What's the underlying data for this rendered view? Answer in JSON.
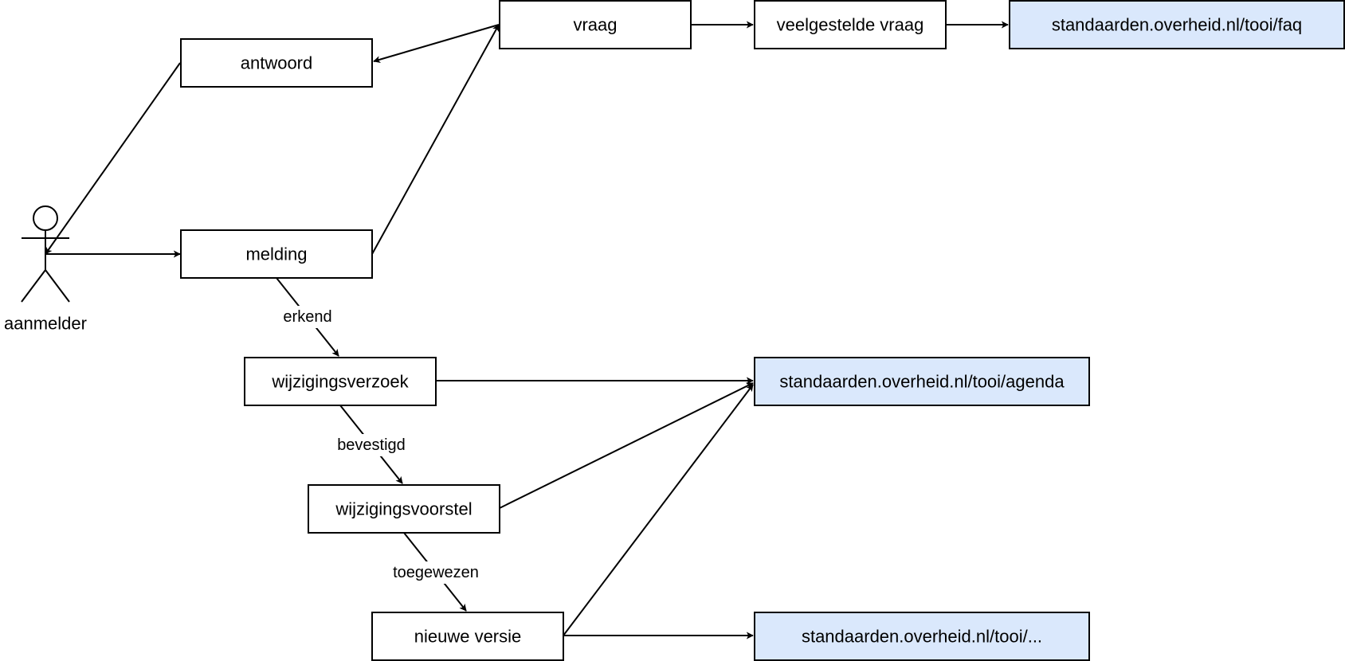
{
  "colors": {
    "box_fill": "#ffffff",
    "link_fill": "#dae8fc",
    "link_stroke": "#6c8ebf",
    "line": "#000000"
  },
  "actor": {
    "label": "aanmelder"
  },
  "nodes": {
    "antwoord": "antwoord",
    "melding": "melding",
    "vraag": "vraag",
    "veelgestelde_vraag": "veelgestelde vraag",
    "faq_link": "standaarden.overheid.nl/tooi/faq",
    "wijzigingsverzoek": "wijzigingsverzoek",
    "agenda_link": "standaarden.overheid.nl/tooi/agenda",
    "wijzigingsvoorstel": "wijzigingsvoorstel",
    "nieuwe_versie": "nieuwe versie",
    "versie_link": "standaarden.overheid.nl/tooi/..."
  },
  "edge_labels": {
    "erkend": "erkend",
    "bevestigd": "bevestigd",
    "toegewezen": "toegewezen"
  }
}
